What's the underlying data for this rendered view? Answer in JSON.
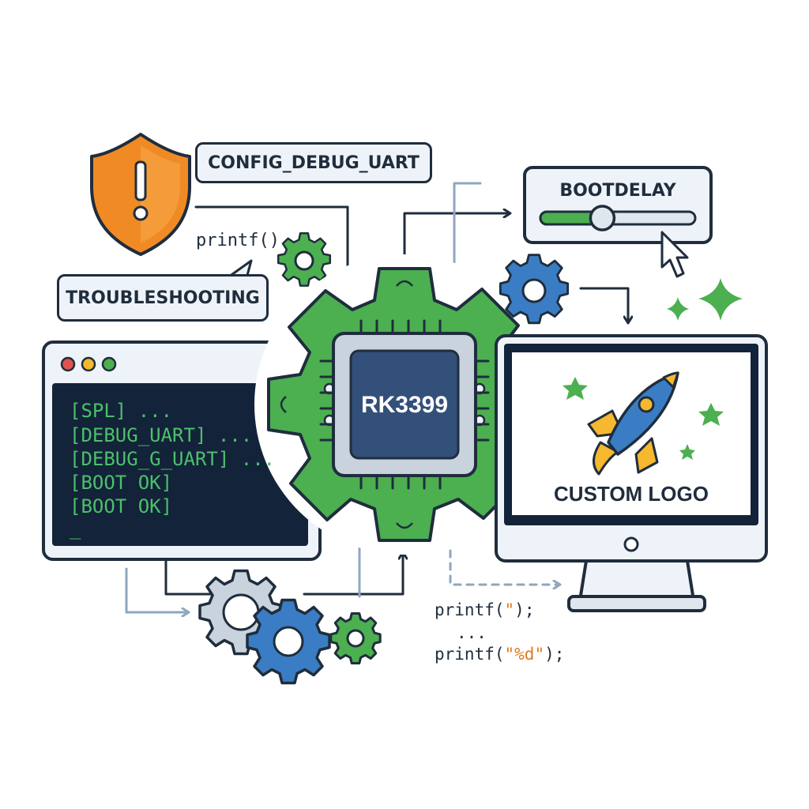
{
  "labels": {
    "config_debug_uart": "CONFIG_DEBUG_UART",
    "troubleshooting": "TROUBLESHOOTING",
    "printf_call": "printf()",
    "bootdelay": "BOOTDELAY",
    "chip": "RK3399",
    "custom_logo": "CUSTOM LOGO"
  },
  "terminal": {
    "lines": [
      "[SPL] ...",
      "[DEBUG_UART] ...",
      "[DEBUG_G_UART] ...",
      "[BOOT OK]",
      "[BOOT OK]",
      "_"
    ]
  },
  "code_snippet": {
    "line1_prefix": "printf(",
    "line1_string": "\"",
    "line1_suffix": ");",
    "line2": "...",
    "line3_prefix": "printf(",
    "line3_string": "\"%d\"",
    "line3_suffix": ");"
  },
  "bootdelay_slider": {
    "level": 0.4
  },
  "colors": {
    "outline": "#1f2d3d",
    "panel": "#eef3f9",
    "green": "#4caf50",
    "blue": "#3a7dc4",
    "orange": "#f08a24",
    "terminal_bg": "#13233a",
    "terminal_text": "#4cc06a"
  }
}
